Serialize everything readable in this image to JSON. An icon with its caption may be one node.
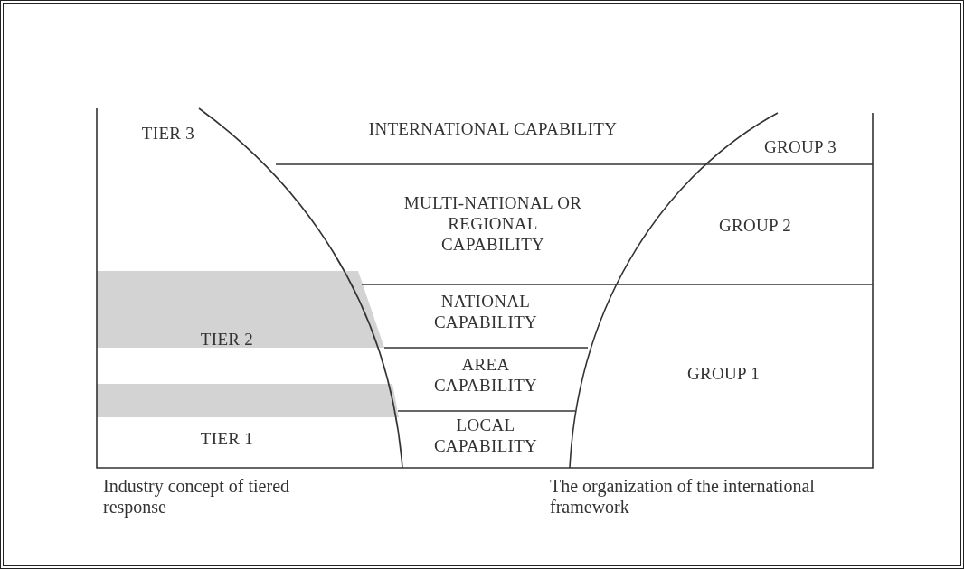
{
  "diagram": {
    "nodes": [
      {
        "text": [
          "TIER 3"
        ]
      },
      {
        "text": [
          "INTERNATIONAL CAPABILITY"
        ]
      },
      {
        "text": [
          "GROUP 3"
        ]
      },
      {
        "text": [
          "MULTI-NATIONAL OR REGIONAL CAPABILITY"
        ]
      },
      {
        "text": [
          "GROUP 2"
        ]
      },
      {
        "text": [
          "TIER 2"
        ]
      },
      {
        "text": [
          "NATIONAL CAPABILITY"
        ]
      },
      {
        "text": [
          "AREA CAPABILITY"
        ]
      },
      {
        "text": [
          "GROUP 1"
        ]
      },
      {
        "text": [
          "TIER 1"
        ]
      },
      {
        "text": [
          "LOCAL CAPABILITY"
        ]
      }
    ],
    "labels": [
      "Industry concept of tiered response",
      "The organization of the international framework"
    ]
  }
}
